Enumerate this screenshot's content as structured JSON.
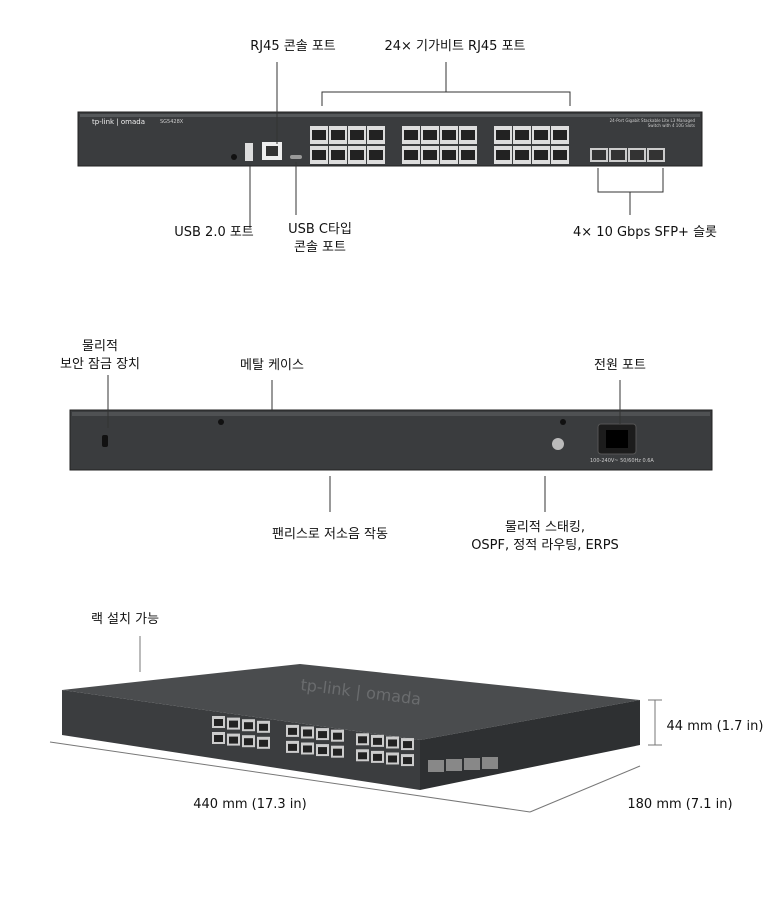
{
  "front": {
    "console_rj45": "RJ45 콘솔 포트",
    "gigabit_ports": "24× 기가비트 RJ45 포트",
    "usb": "USB 2.0 포트",
    "usbc_line1": "USB C타입",
    "usbc_line2": "콘솔 포트",
    "sfp": "4× 10 Gbps SFP+ 슬롯",
    "brand": "tp-link | omada",
    "model": "SG5428X",
    "desc_line1": "24-Port Gigabit Stackable Lite L3 Managed",
    "desc_line2": "Switch with 4 10G Slots"
  },
  "rear": {
    "lock_line1": "물리적",
    "lock_line2": "보안 잠금 장치",
    "metal": "메탈 케이스",
    "power": "전원 포트",
    "fanless": "팬리스로 저소음 작동",
    "features_line1": "물리적 스태킹,",
    "features_line2": "OSPF, 정적 라우팅, ERPS",
    "power_rating": "100-240V~ 50/60Hz 0.6A"
  },
  "dims": {
    "rack": "랙 설치 가능",
    "height": "44 mm (1.7 in)",
    "width": "440 mm (17.3 in)",
    "depth": "180 mm (7.1 in)"
  }
}
